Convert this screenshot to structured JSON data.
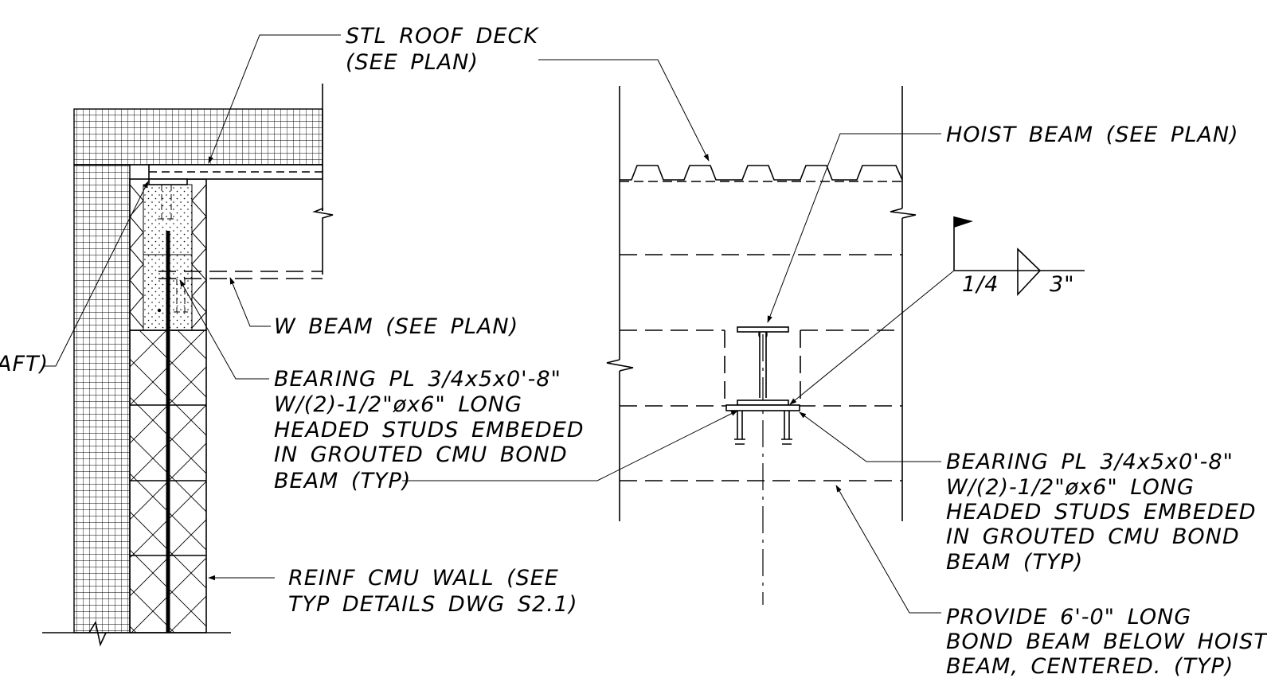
{
  "left_detail": {
    "labels": {
      "stl_roof_deck_1": "STL ROOF DECK",
      "stl_roof_deck_2": "(SEE PLAN)",
      "w_beam": "W BEAM (SEE PLAN)",
      "cut_off_fragment": "AFT)",
      "bearing_1": "BEARING PL 3/4x5x0'-8\"",
      "bearing_2": "W/(2)-1/2\"øx6\" LONG",
      "bearing_3": "HEADED STUDS EMBEDED",
      "bearing_4": "IN GROUTED CMU BOND",
      "bearing_5": "BEAM (TYP)",
      "cmu_wall_1": "REINF CMU WALL (SEE",
      "cmu_wall_2": "TYP DETAILS DWG S2.1)"
    }
  },
  "right_detail": {
    "labels": {
      "hoist_beam": "HOIST BEAM (SEE PLAN)",
      "weld_size": "1/4",
      "weld_length": "3\"",
      "bearing_1": "BEARING PL 3/4x5x0'-8\"",
      "bearing_2": "W/(2)-1/2\"øx6\" LONG",
      "bearing_3": "HEADED STUDS EMBEDED",
      "bearing_4": "IN GROUTED CMU BOND",
      "bearing_5": "BEAM (TYP)",
      "bond_beam_1": "PROVIDE 6'-0\" LONG",
      "bond_beam_2": "BOND BEAM BELOW HOIST",
      "bond_beam_3": "BEAM, CENTERED. (TYP)"
    }
  }
}
